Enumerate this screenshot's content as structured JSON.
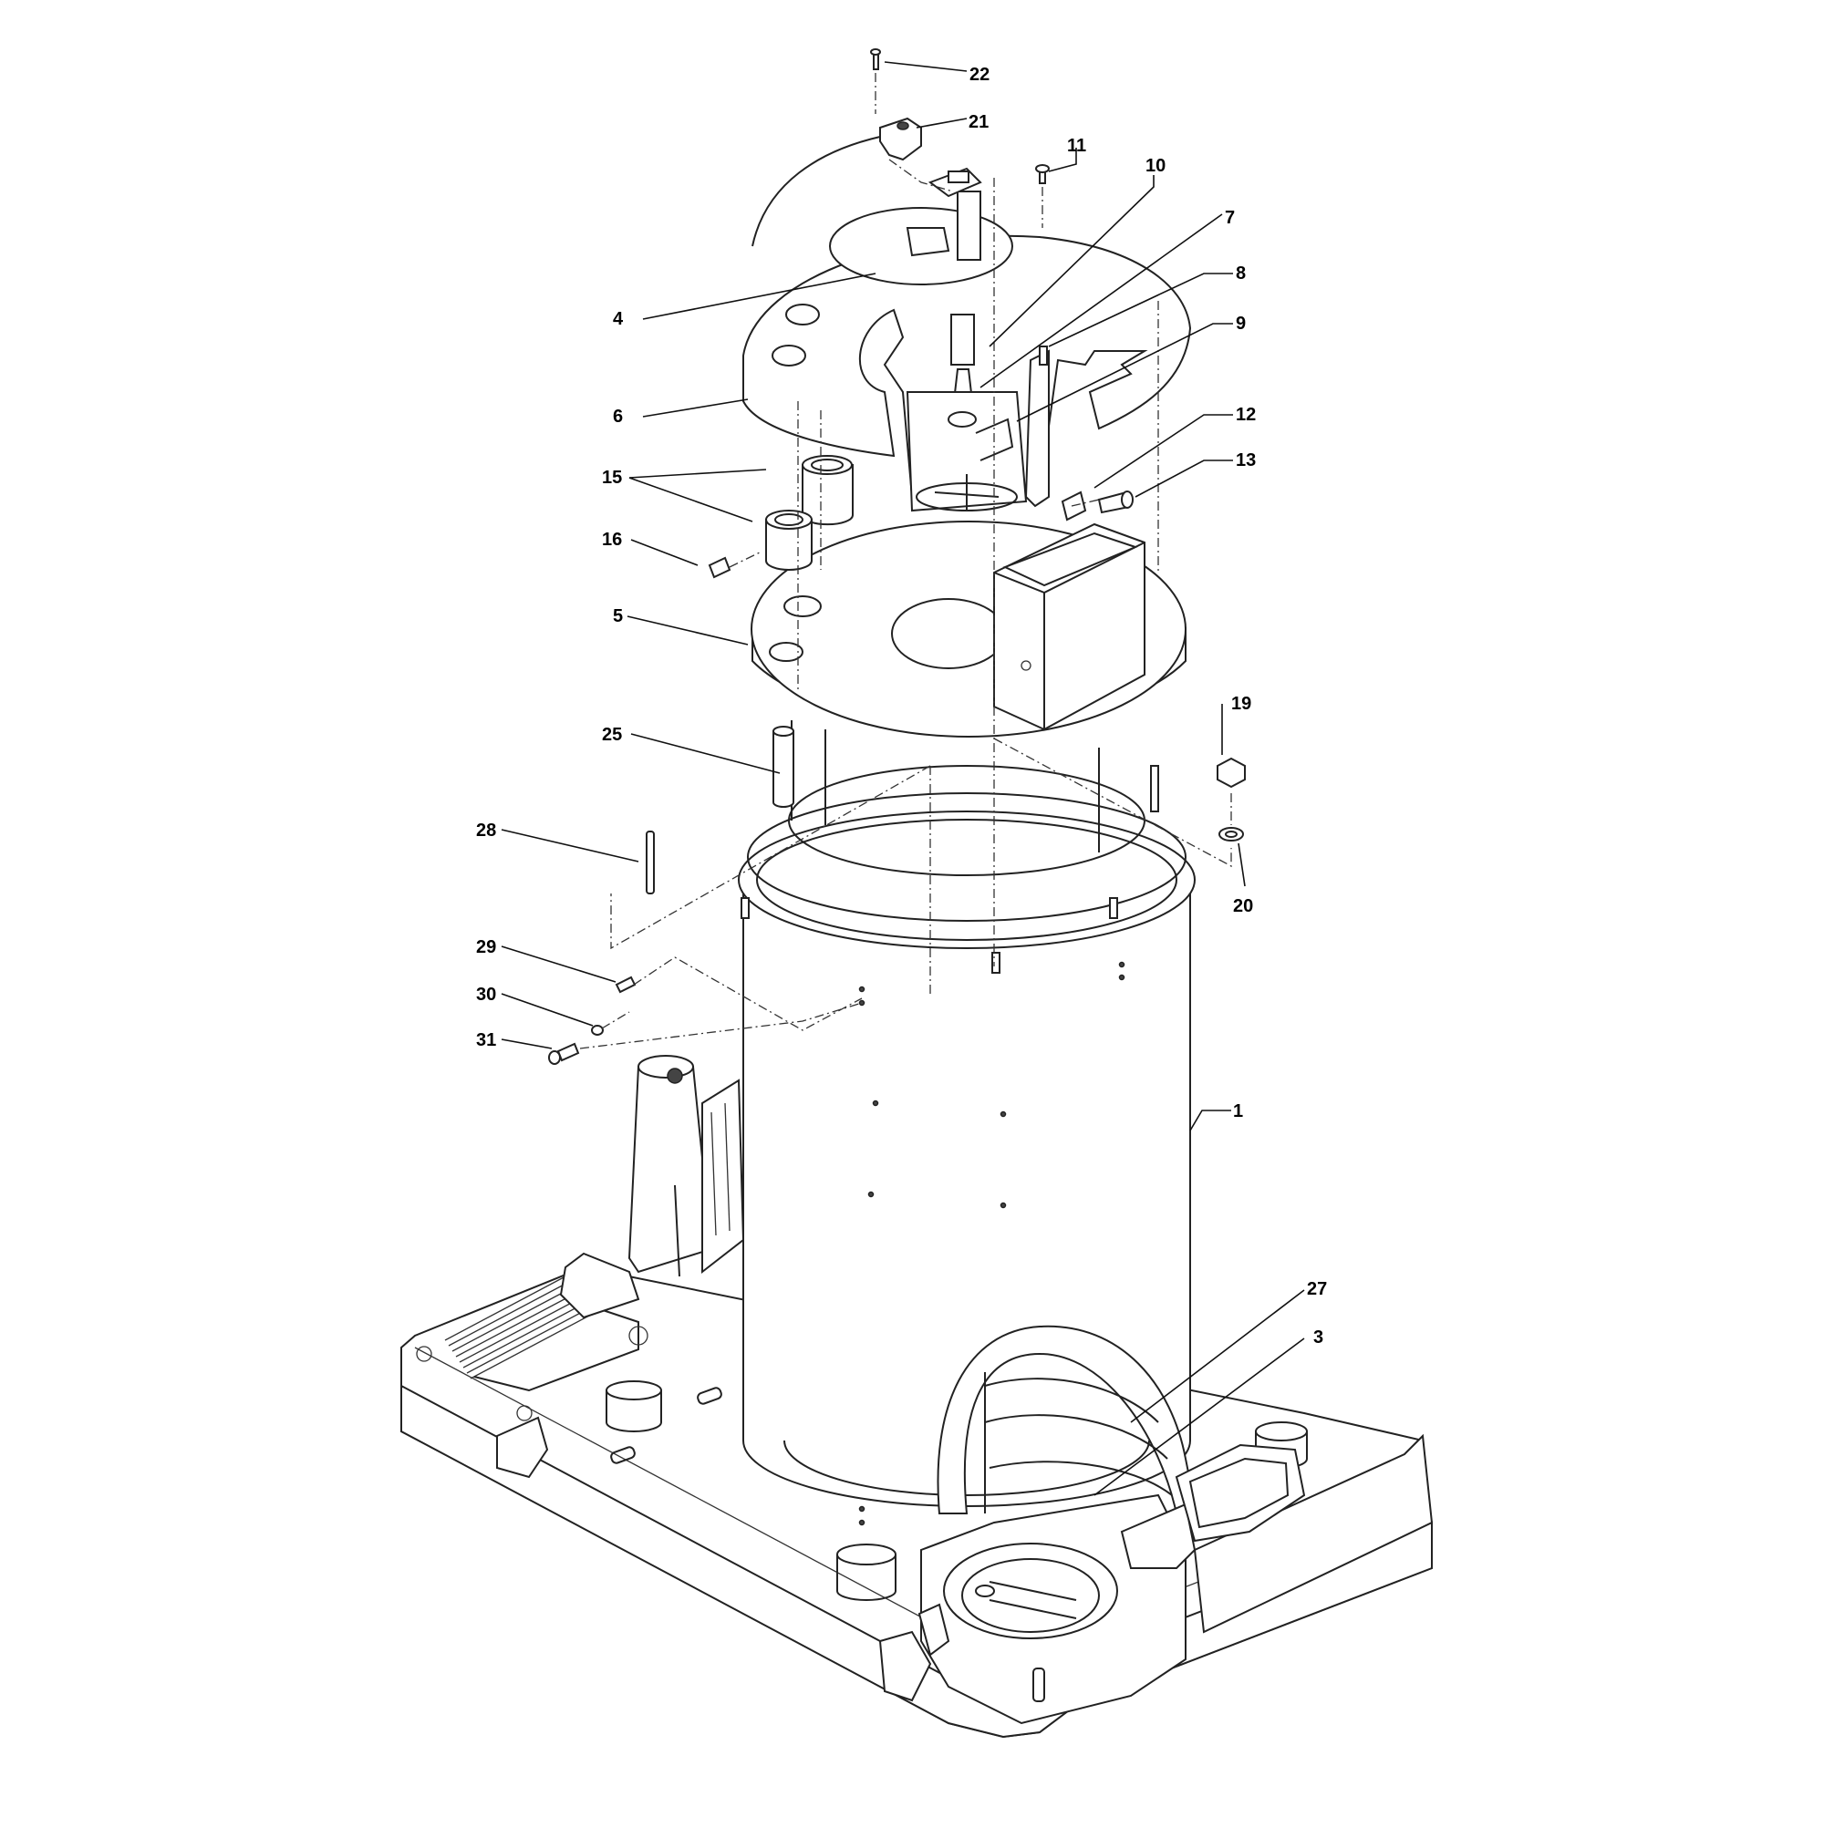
{
  "diagram": {
    "callouts": [
      {
        "id": "c22",
        "label": "22"
      },
      {
        "id": "c21",
        "label": "21"
      },
      {
        "id": "c11",
        "label": "11"
      },
      {
        "id": "c10",
        "label": "10"
      },
      {
        "id": "c7",
        "label": "7"
      },
      {
        "id": "c8",
        "label": "8"
      },
      {
        "id": "c9",
        "label": "9"
      },
      {
        "id": "c4",
        "label": "4"
      },
      {
        "id": "c6",
        "label": "6"
      },
      {
        "id": "c12",
        "label": "12"
      },
      {
        "id": "c13",
        "label": "13"
      },
      {
        "id": "c15",
        "label": "15"
      },
      {
        "id": "c16",
        "label": "16"
      },
      {
        "id": "c5",
        "label": "5"
      },
      {
        "id": "c19",
        "label": "19"
      },
      {
        "id": "c25",
        "label": "25"
      },
      {
        "id": "c20",
        "label": "20"
      },
      {
        "id": "c28",
        "label": "28"
      },
      {
        "id": "c29",
        "label": "29"
      },
      {
        "id": "c30",
        "label": "30"
      },
      {
        "id": "c31",
        "label": "31"
      },
      {
        "id": "c1",
        "label": "1"
      },
      {
        "id": "c27",
        "label": "27"
      },
      {
        "id": "c3",
        "label": "3"
      }
    ]
  }
}
